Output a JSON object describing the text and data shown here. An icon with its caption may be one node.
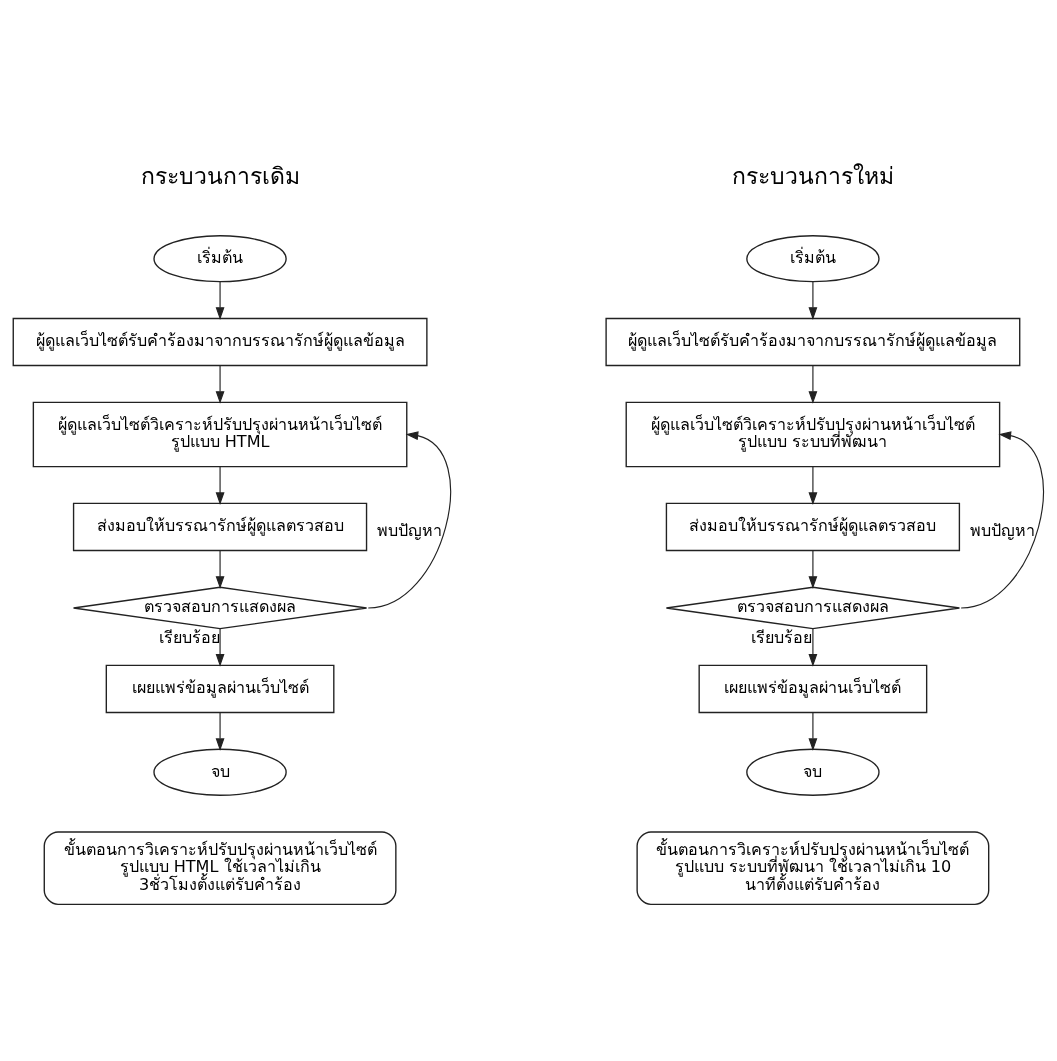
{
  "diagram": {
    "nodes": [
      {
        "text": [
          "เริ่มต้น"
        ]
      },
      {
        "text": [
          "ผู้ดูแลเว็บไซต์รับคำร้องมาจากบรรณารักษ์ผู้ดูแลข้อมูล"
        ]
      },
      {
        "text": [
          "ผู้ดูแลเว็บไซต์วิเคราะห์ปรับปรุงผ่านหน้าเว็บไซต์ รูปแบบ HTML"
        ]
      },
      {
        "text": [
          "ส่งมอบให้บรรณารักษ์ผู้ดูแลตรวสอบ"
        ]
      },
      {
        "text": [
          "ตรวจสอบการแสดงผล"
        ]
      },
      {
        "text": [
          "เผยแพร่ข้อมูลผ่านเว็บไซต์"
        ]
      },
      {
        "text": [
          "จบ"
        ]
      },
      {
        "text": [
          "ขั้นตอนการวิเคราะห์ปรับปรุงผ่านหน้าเว็บไซต์ รูปแบบ HTML ใช้เวลาไม่เกิน 3ชั่วโมงตั้งแต่รับคำร้อง"
        ]
      },
      {
        "text": [
          "เริ่มต้น"
        ]
      },
      {
        "text": [
          "ผู้ดูแลเว็บไซต์รับคำร้องมาจากบรรณารักษ์ผู้ดูแลข้อมูล"
        ]
      },
      {
        "text": [
          "ผู้ดูแลเว็บไซต์วิเคราะห์ปรับปรุงผ่านหน้าเว็บไซต์ รูปแบบ ระบบที่พัฒนา"
        ]
      },
      {
        "text": [
          "ส่งมอบให้บรรณารักษ์ผู้ดูแลตรวสอบ"
        ]
      },
      {
        "text": [
          "ตรวจสอบการแสดงผล"
        ]
      },
      {
        "text": [
          "เผยแพร่ข้อมูลผ่านเว็บไซต์"
        ]
      },
      {
        "text": [
          "จบ"
        ]
      },
      {
        "text": [
          "ขั้นตอนการวิเคราะห์ปรับปรุงผ่านหน้าเว็บไซต์ รูปแบบ ระบบที่พัฒนา ใช้เวลาไม่เกิน 10 นาทีตั้งแต่รับคำร้อง"
        ]
      }
    ],
    "edges": [
      {
        "from": 0,
        "to": 1,
        "arrow": "to"
      },
      {
        "from": 1,
        "to": 2,
        "arrow": "to"
      },
      {
        "from": 2,
        "to": 3,
        "arrow": "to"
      },
      {
        "from": 3,
        "to": 4,
        "arrow": "to"
      },
      {
        "from": 4,
        "to": 2,
        "arrow": "to",
        "label": "พบปัญหา"
      },
      {
        "from": 4,
        "to": 5,
        "arrow": "to",
        "label": "เรียบร้อย"
      },
      {
        "from": 5,
        "to": 6,
        "arrow": "to"
      },
      {
        "from": 8,
        "to": 9,
        "arrow": "to"
      },
      {
        "from": 9,
        "to": 10,
        "arrow": "to"
      },
      {
        "from": 10,
        "to": 11,
        "arrow": "to"
      },
      {
        "from": 11,
        "to": 12,
        "arrow": "to"
      },
      {
        "from": 12,
        "to": 10,
        "arrow": "to",
        "label": "พบปัญหา"
      },
      {
        "from": 12,
        "to": 13,
        "arrow": "to",
        "label": "เรียบร้อย"
      },
      {
        "from": 13,
        "to": 14,
        "arrow": "to"
      }
    ],
    "labels": [
      "กระบวนการเดิม",
      "กระบวนการใหม่"
    ]
  }
}
